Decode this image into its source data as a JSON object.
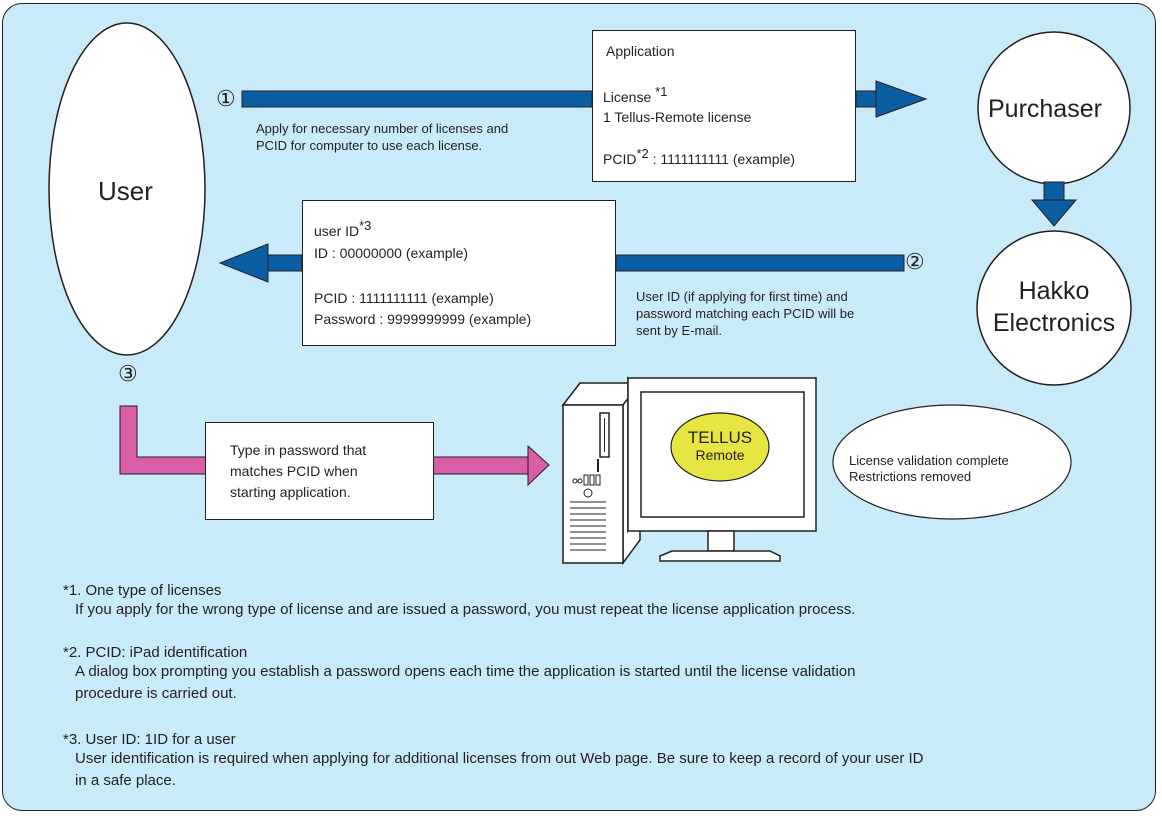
{
  "colors": {
    "background": "#c9eaf8",
    "arrow_blue": "#0c5ea3",
    "arrow_pink": "#d95ea5",
    "tellus_badge": "#e6e643"
  },
  "nodes": {
    "user": "User",
    "purchaser": "Purchaser",
    "hakko_line1": "Hakko",
    "hakko_line2": "Electronics"
  },
  "steps": {
    "one": "①",
    "two": "②",
    "three": "③"
  },
  "application_box": {
    "title": "Application",
    "license_label": "License",
    "license_note": "*1",
    "license_value": "1 Tellus-Remote license",
    "pcid_label": "PCID",
    "pcid_note": "*2",
    "pcid_value": " : 1111111111 (example)"
  },
  "step1_caption": {
    "line1": "Apply for necessary number of licenses and",
    "line2": "PCID for computer to use each license."
  },
  "userid_box": {
    "title": "user ID",
    "title_note": "*3",
    "id_line": "ID : 00000000 (example)",
    "pcid_line": "PCID : 1111111111 (example)",
    "password_line": "Password : 9999999999 (example)"
  },
  "step2_caption": {
    "line1": "User ID (if applying for first time) and",
    "line2": "password matching each PCID will be",
    "line3": "sent by E-mail."
  },
  "step3_box": {
    "line1": "Type in password that",
    "line2": "matches PCID when",
    "line3": "starting application."
  },
  "tellus_badge": {
    "line1": "TELLUS",
    "line2": "Remote"
  },
  "validation_bubble": {
    "line1": "License validation complete",
    "line2": "Restrictions removed"
  },
  "footnotes": [
    {
      "head": "*1. One type of licenses",
      "body": [
        "If you apply for the wrong type of license and are issued a password, you must repeat the license application process."
      ]
    },
    {
      "head": "*2. PCID: iPad identification",
      "body": [
        "A dialog box prompting you establish a password opens each time the application is started until the license validation",
        "procedure is carried out."
      ]
    },
    {
      "head": "*3. User ID: 1ID for a user",
      "body": [
        "User identification is required when applying for additional licenses from out Web page. Be sure to keep a record of your user ID",
        "in a safe place."
      ]
    }
  ]
}
